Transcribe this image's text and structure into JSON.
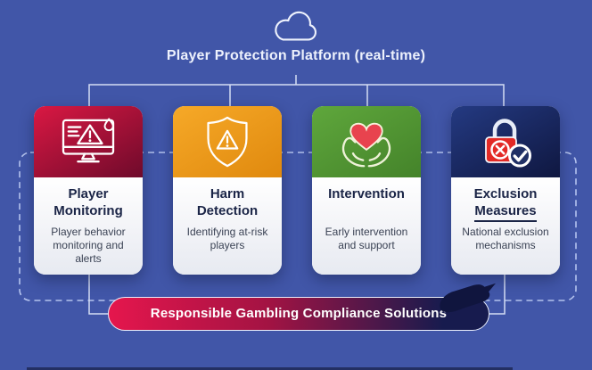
{
  "canvas": {
    "background": "#4156a8"
  },
  "header": {
    "title": "Player Protection Platform (real-time)",
    "cloud_icon": "cloud-icon"
  },
  "cards": [
    {
      "title_lines": [
        "Player",
        "Monitoring"
      ],
      "description": "Player behavior monitoring and alerts",
      "icon": "monitor-alert-icon",
      "header_color_start": "#da1843",
      "header_color_end": "#6e0a2b"
    },
    {
      "title_lines": [
        "Harm",
        "Detection"
      ],
      "description": "Identifying at-risk players",
      "icon": "shield-alert-icon",
      "header_color_start": "#f6a928",
      "header_color_end": "#e0890e"
    },
    {
      "title_lines": [
        "Intervention"
      ],
      "description": "Early intervention and support",
      "icon": "hands-heart-icon",
      "header_color_start": "#5fa73c",
      "header_color_end": "#44832a"
    },
    {
      "title_lines": [
        "Exclusion",
        "Measures"
      ],
      "description": "National exclusion mechanisms",
      "icon": "lock-check-icon",
      "header_color_start": "#243a82",
      "header_color_end": "#0f1740"
    }
  ],
  "banner": {
    "label": "Responsible Gambling Compliance Solutions",
    "gradient_start": "#e5164d",
    "gradient_mid": "#a31343",
    "gradient_end": "#171b4e"
  }
}
